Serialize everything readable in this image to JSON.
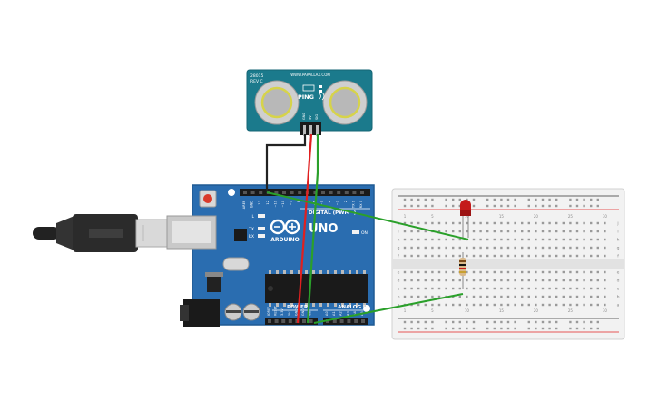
{
  "sensor": {
    "model_line1": "28015",
    "model_line2": "REV C",
    "url": "WWW.PARALLAX.COM",
    "logo_text": "PING",
    "pin_labels": [
      "GND",
      "5V",
      "SIG"
    ]
  },
  "arduino": {
    "brand": "ARDUINO",
    "model": "UNO",
    "digital_label": "DIGITAL (PWM~)",
    "power_label": "POWER",
    "analog_label": "ANALOG IN",
    "on_label": "ON",
    "tx_label": "TX",
    "rx_label": "RX",
    "l_label": "L",
    "top_header_labels": [
      "AREF",
      "GND",
      "13",
      "12",
      "~11",
      "~10",
      "~9",
      "8",
      "7",
      "~6",
      "~5",
      "4",
      "~3",
      "2",
      "TX 1",
      "RX 0"
    ],
    "power_header_labels": [
      "IOREF",
      "RESET",
      "3.3V",
      "5V",
      "GND",
      "GND",
      "Vin"
    ],
    "analog_header_labels": [
      "A0",
      "A1",
      "A2",
      "A3",
      "A4",
      "A5"
    ]
  },
  "breadboard": {
    "row_letters_top": [
      "j",
      "i",
      "h",
      "g",
      "f"
    ],
    "row_letters_bottom": [
      "e",
      "d",
      "c",
      "b",
      "a"
    ],
    "column_numbers": [
      "1",
      "5",
      "10",
      "15",
      "20",
      "25",
      "30"
    ]
  },
  "colors": {
    "arduino_board": "#2a6db0",
    "sensor_board": "#1b7a8c",
    "wire_red": "#e02020",
    "wire_green": "#2aa02a",
    "wire_black": "#222222",
    "breadboard": "#f2f2f2",
    "led": "#c41a1a"
  }
}
